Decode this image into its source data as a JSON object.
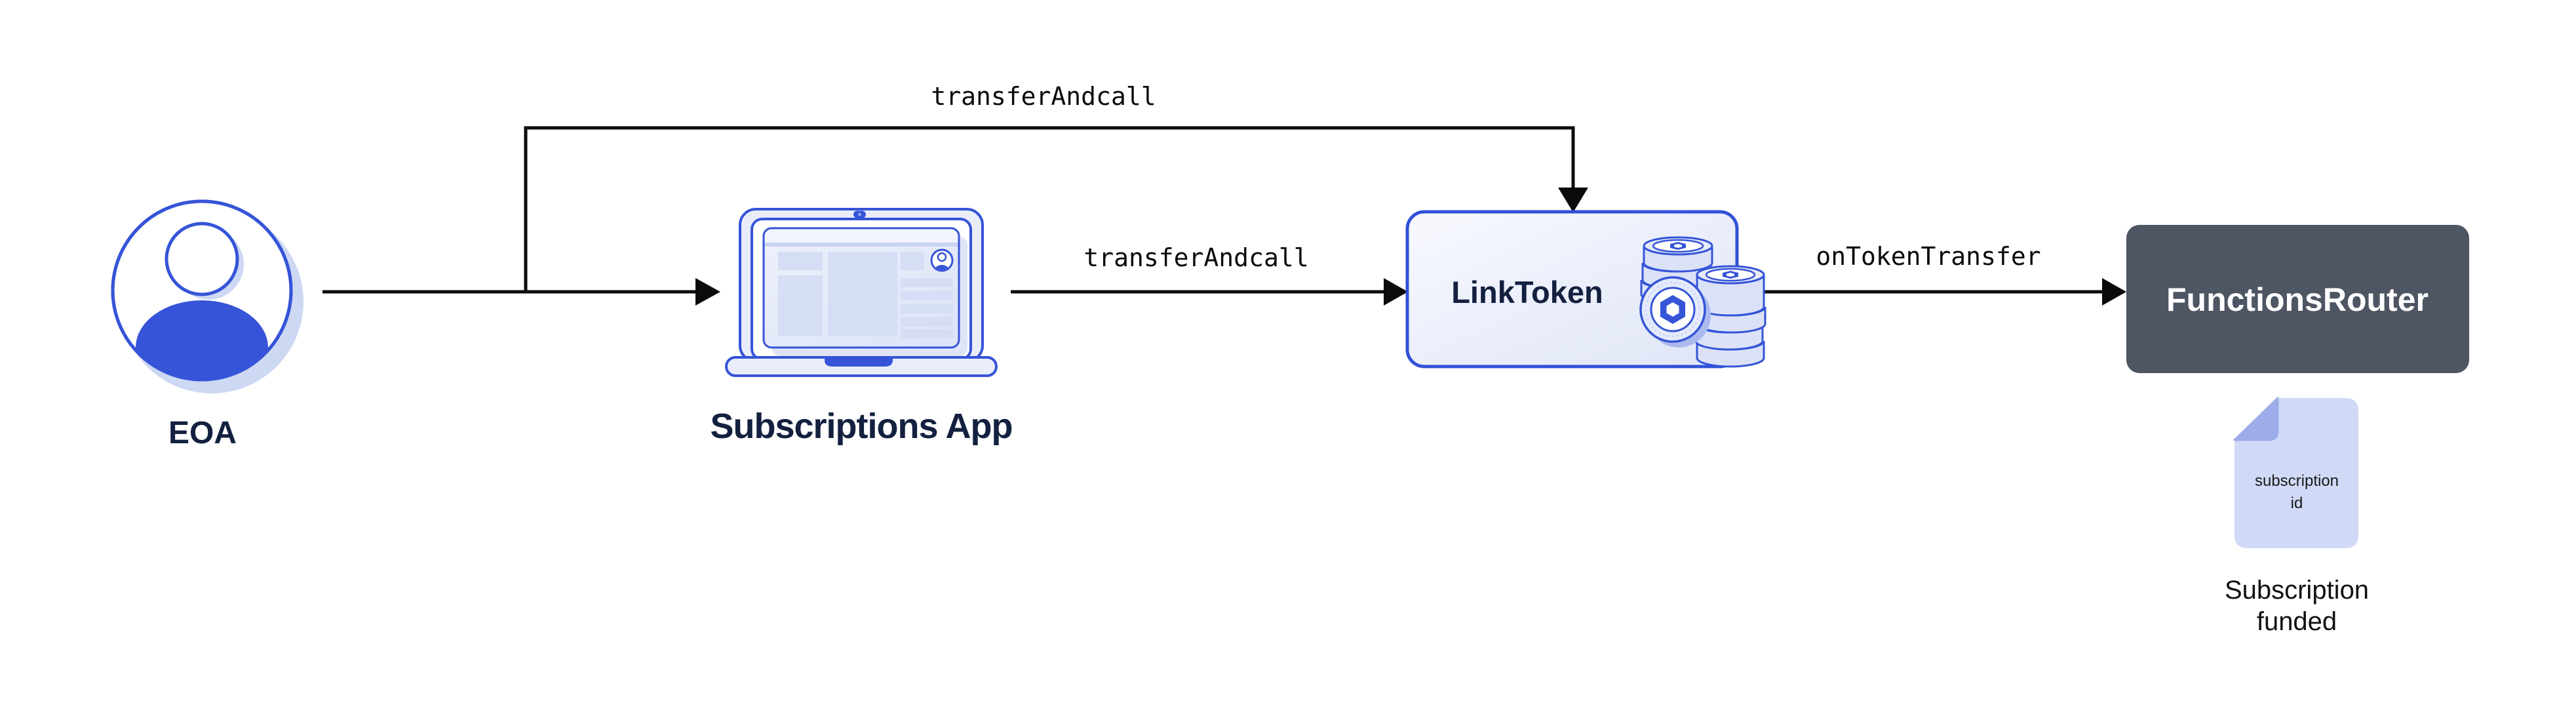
{
  "diagram": {
    "nodes": {
      "eoa": {
        "label": "EOA"
      },
      "subscriptions_app": {
        "label": "Subscriptions App"
      },
      "link_token": {
        "label": "LinkToken"
      },
      "functions_router": {
        "label": "FunctionsRouter"
      }
    },
    "edges": {
      "eoa_to_linktoken": {
        "label": "transferAndcall"
      },
      "app_to_linktoken": {
        "label": "transferAndcall"
      },
      "linktoken_to_router": {
        "label": "onTokenTransfer"
      }
    },
    "subscription_doc": {
      "line1": "subscription",
      "line2": "id",
      "caption_line1": "Subscription",
      "caption_line2": "funded"
    }
  },
  "colors": {
    "accent_blue": "#3554d8",
    "navy_text": "#13203f",
    "router_bg": "#4e5563",
    "light_fill": "#e9edfa",
    "block_fill": "#d5def5",
    "doc_fill": "#d0daf6",
    "doc_fold": "#9dadea",
    "avatar_shadow": "#cdd8f3",
    "arrow_black": "#0b0b0b"
  }
}
